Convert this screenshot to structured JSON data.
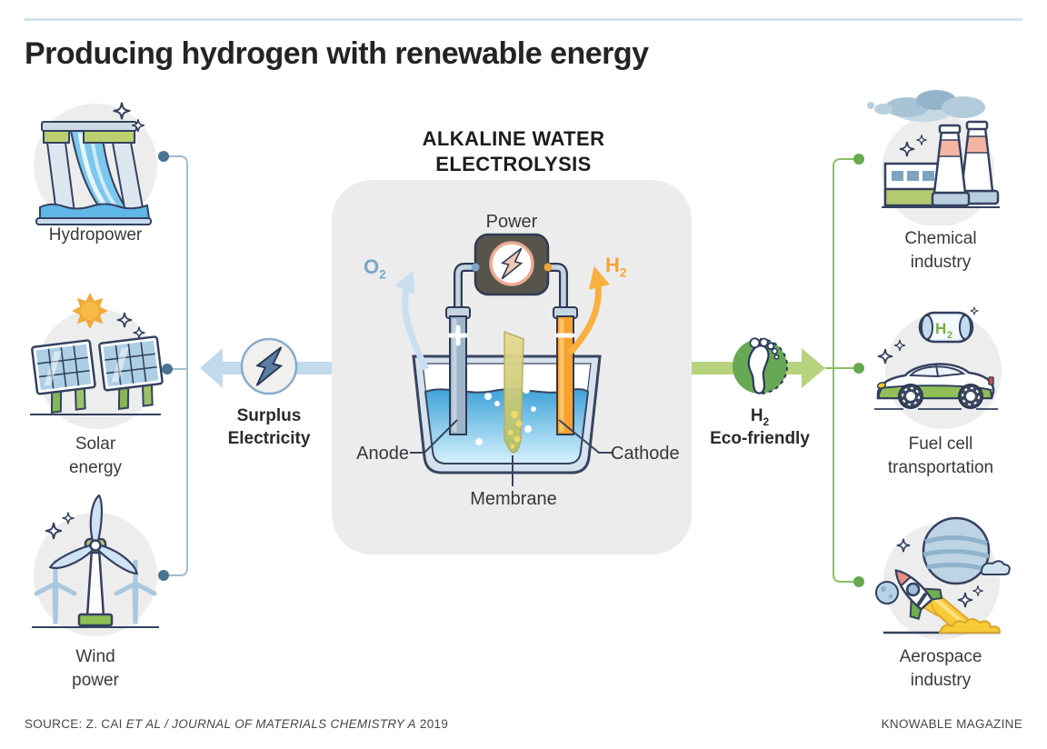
{
  "page": {
    "title": "Producing hydrogen with renewable energy"
  },
  "left_column": {
    "items": [
      {
        "label": "Hydropower",
        "icon": "hydropower-dam-icon"
      },
      {
        "label": "Solar energy",
        "icon": "solar-panels-icon"
      },
      {
        "label": "Wind power",
        "icon": "wind-turbine-icon"
      }
    ]
  },
  "right_column": {
    "items": [
      {
        "label": "Chemical industry",
        "icon": "chemical-factory-icon"
      },
      {
        "label": "Fuel cell transportation",
        "icon": "fuel-cell-car-icon",
        "tank": {
          "base": "H",
          "sub": "2"
        }
      },
      {
        "label": "Aerospace industry",
        "icon": "rocket-icon"
      }
    ]
  },
  "center": {
    "heading_line1": "ALKALINE WATER",
    "heading_line2": "ELECTROLYSIS",
    "power_label": "Power",
    "o2": {
      "base": "O",
      "sub": "2"
    },
    "h2": {
      "base": "H",
      "sub": "2"
    },
    "anode_label": "Anode",
    "cathode_label": "Cathode",
    "membrane_label": "Membrane"
  },
  "flows": {
    "surplus": {
      "line1": "Surplus",
      "line2": "Electricity",
      "icon": "lightning-bolt-icon"
    },
    "eco": {
      "h_base": "H",
      "h_sub": "2",
      "line2": "Eco-friendly",
      "icon": "footprint-icon"
    }
  },
  "footer": {
    "source_prefix": "SOURCE: Z. CAI ",
    "source_italic": "ET AL / JOURNAL OF MATERIALS CHEMISTRY A",
    "source_suffix": " 2019",
    "credit": "KNOWABLE MAGAZINE"
  },
  "colors": {
    "o2_blue": "#7ba6c6",
    "h2_orange": "#f6a42f",
    "surplus_arrow": "#c3daeb",
    "eco_arrow": "#b7d37e",
    "connector_blue_dot": "#4a7392",
    "connector_green_dot": "#68a94e",
    "panel_gray": "#ececec",
    "top_rule": "#cfe2e8"
  }
}
